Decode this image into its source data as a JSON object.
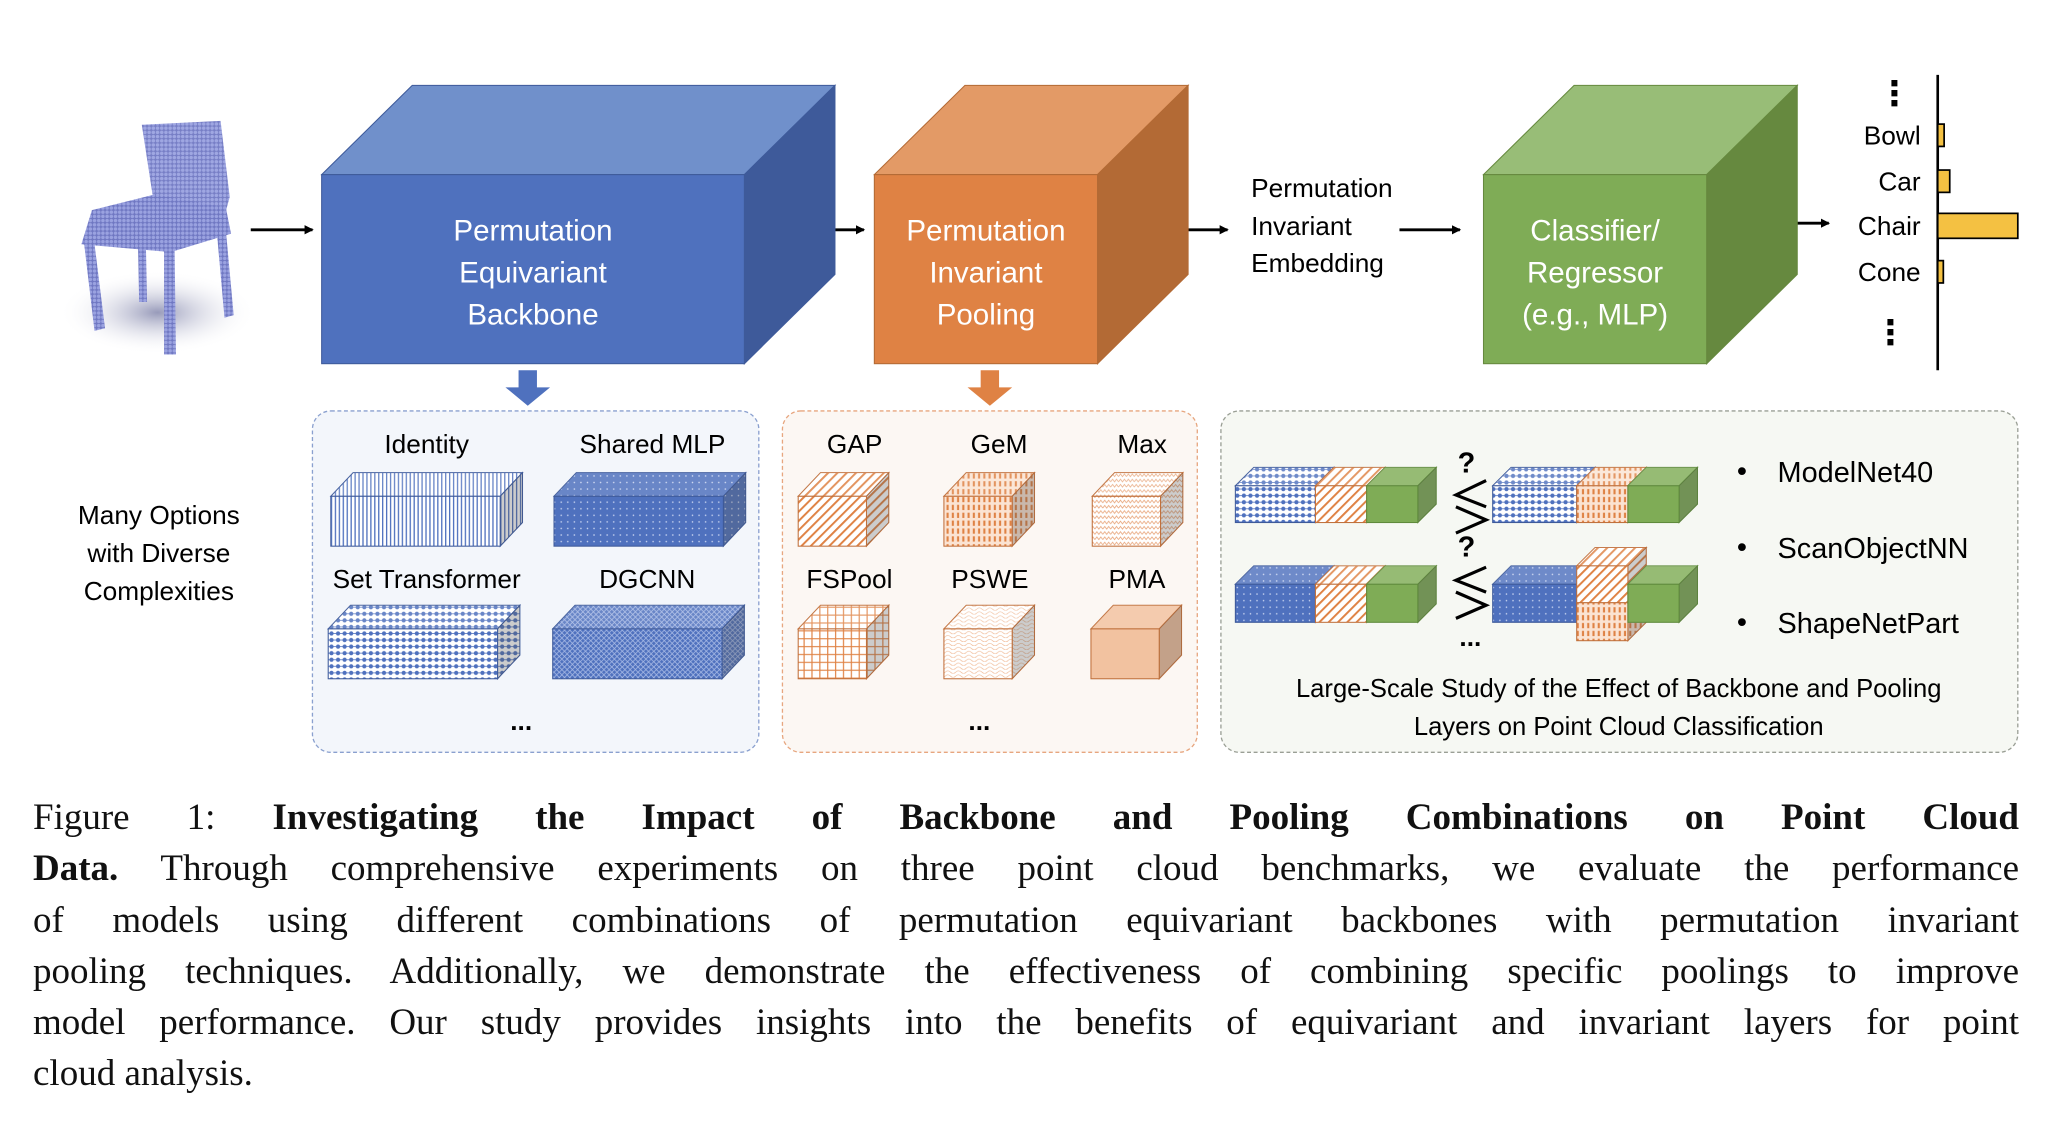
{
  "diagram": {
    "input_label": "",
    "backbone_title": [
      "Permutation",
      "Equivariant",
      "Backbone"
    ],
    "pooling_title": [
      "Permutation",
      "Invariant",
      "Pooling"
    ],
    "embedding_label": [
      "Permutation",
      "Invariant",
      "Embedding"
    ],
    "classifier_title": [
      "Classifier/",
      "Regressor",
      "(e.g., MLP)"
    ],
    "options_label": [
      "Many Options",
      "with Diverse",
      "Complexities"
    ],
    "backbones": [
      "Identity",
      "Shared MLP",
      "Set Transformer",
      "DGCNN"
    ],
    "poolings": [
      "GAP",
      "GeM",
      "Max",
      "FSPool",
      "PSWE",
      "PMA"
    ],
    "ellipsis": "...",
    "comparison_marks": [
      "?",
      "?"
    ],
    "datasets": [
      "ModelNet40",
      "ScanObjectNN",
      "ShapeNetPart"
    ],
    "bullet": "•",
    "study_caption": [
      "Large-Scale Study of the Effect of Backbone and Pooling",
      "Layers on Point Cloud Classification"
    ],
    "colors": {
      "backbone": "#4f71be",
      "pooling": "#df8244",
      "classifier": "#7fac56",
      "bar": "#f4c142"
    }
  },
  "chart_data": {
    "type": "bar",
    "orientation": "horizontal",
    "categories": [
      "Bowl",
      "Car",
      "Chair",
      "Cone"
    ],
    "values": [
      0.08,
      0.15,
      1.0,
      0.07
    ],
    "title": "",
    "xlabel": "",
    "ylabel": "",
    "vertical_ellipsis": "⋮"
  },
  "caption": {
    "lines": [
      {
        "plain": "Figure 1: ",
        "bold": "Investigating the Impact of Backbone and Pooling Combinations on Point Cloud",
        "rest": ""
      },
      {
        "plain": "",
        "bold": "Data.",
        "rest": " Through comprehensive experiments on three point cloud benchmarks, we evaluate the performance"
      },
      {
        "plain": "of models using different combinations of permutation equivariant backbones with permutation invariant",
        "bold": "",
        "rest": ""
      },
      {
        "plain": "pooling techniques. Additionally, we demonstrate the effectiveness of combining specific poolings to improve",
        "bold": "",
        "rest": ""
      },
      {
        "plain": "model performance. Our study provides insights into the benefits of equivariant and invariant layers for point",
        "bold": "",
        "rest": ""
      },
      {
        "plain": "cloud analysis.",
        "bold": "",
        "rest": ""
      }
    ]
  }
}
